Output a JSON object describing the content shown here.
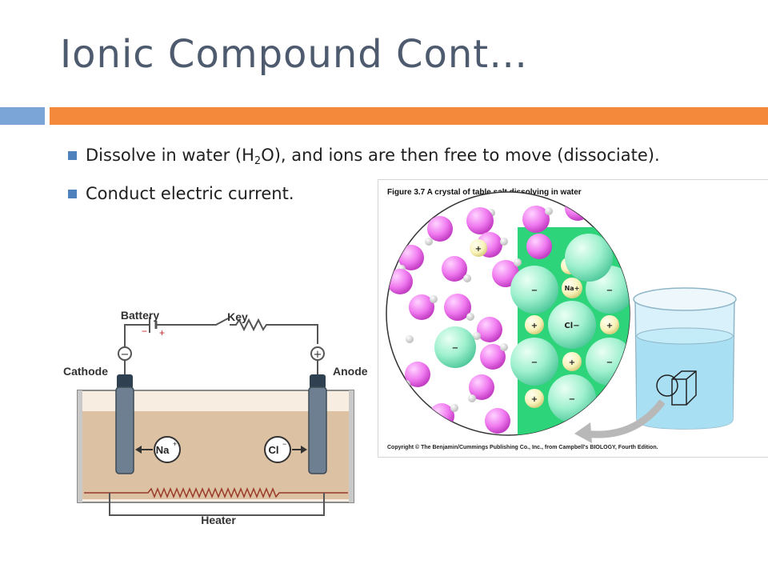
{
  "slide": {
    "title": "Ionic Compound Cont…",
    "bullets": [
      {
        "pre": "Dissolve in water (H",
        "sub": "2",
        "post": "O), and ions are then free to move (dissociate)."
      },
      {
        "text": "Conduct electric current."
      }
    ]
  },
  "electrolysis_figure": {
    "battery": "Battery",
    "key": "Key",
    "cathode": "Cathode",
    "anode": "Anode",
    "heater": "Heater",
    "na_ion": "Na",
    "cl_ion": "Cl",
    "plus": "+",
    "minus": "−"
  },
  "nacl_figure": {
    "caption": "Figure 3.7  A crystal of table salt dissolving in water",
    "na_label": "Na+",
    "cl_label": "Cl−",
    "plus": "+",
    "minus": "−",
    "credit": "Copyright © The Benjamin/Cummings Publishing Co., Inc., from Campbell's BIOLOGY, Fourth Edition."
  },
  "colors": {
    "title": "#4e5b6f",
    "accent_blue": "#7aa5d6",
    "accent_orange": "#f5893b",
    "bullet": "#4f81bd"
  }
}
